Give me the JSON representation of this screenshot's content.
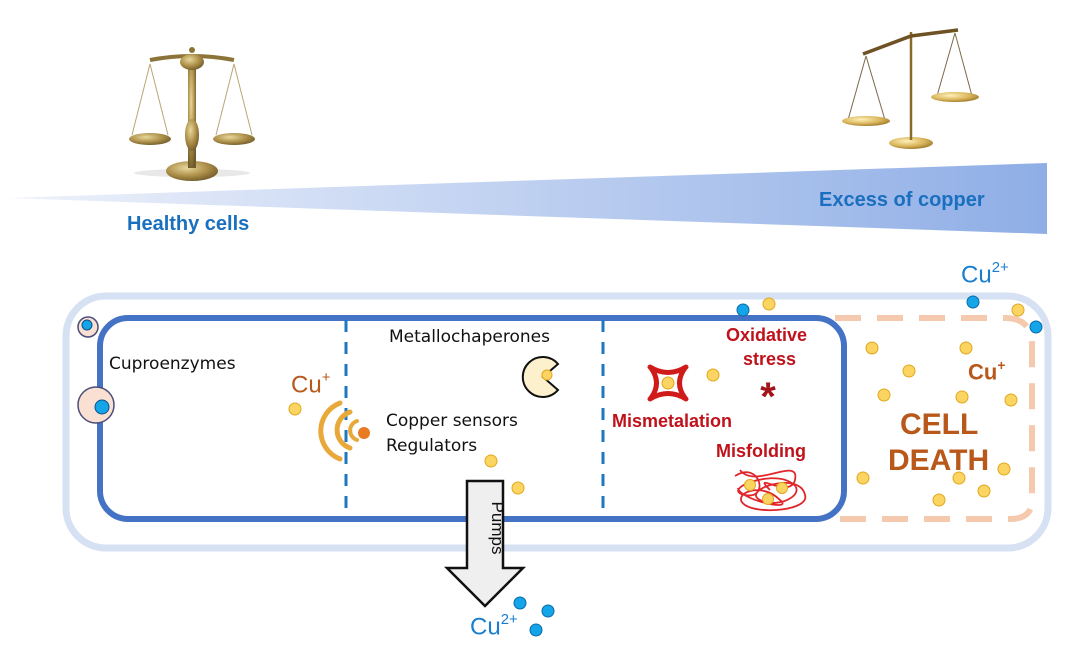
{
  "gradient": {
    "left_label": "Healthy cells",
    "right_label": "Excess of copper",
    "color": "#8faee6"
  },
  "scales": {
    "left": {
      "icon": "balanced-scale-icon",
      "state": "balanced"
    },
    "right": {
      "icon": "unbalanced-scale-icon",
      "state": "tipped"
    }
  },
  "cell": {
    "compartments": {
      "cuproenzymes": {
        "label": "Cuproenzymes"
      },
      "sensing": {
        "cu_ion_label": "Cu",
        "cu_ion_charge": "+",
        "metallochaperones_label": "Metallochaperones",
        "sensors_label": "Copper sensors",
        "regulators_label": "Regulators",
        "pumps_label": "Pumps"
      },
      "toxicity": {
        "oxidative_label_1": "Oxidative",
        "oxidative_label_2": "stress",
        "oxidative_symbol": "*",
        "mismetalation_label": "Mismetalation",
        "misfolding_label": "Misfolding"
      },
      "death": {
        "label_1": "CELL",
        "label_2": "DEATH",
        "cu_ion_label": "Cu",
        "cu_ion_charge": "+"
      }
    },
    "exterior": {
      "cu2_top_label": "Cu",
      "cu2_top_charge": "2+",
      "cu2_bottom_label": "Cu",
      "cu2_bottom_charge": "2+"
    }
  },
  "colors": {
    "membrane_outer": "#d6e1f3",
    "membrane_inner": "#4472c4",
    "divider": "#1f77c0",
    "cu1_ion": "#fcd462",
    "cu2_ion": "#13a5e8",
    "death_boundary": "#f4c9ad",
    "toxicity_text": "#c0121b",
    "death_text": "#b8581a"
  }
}
